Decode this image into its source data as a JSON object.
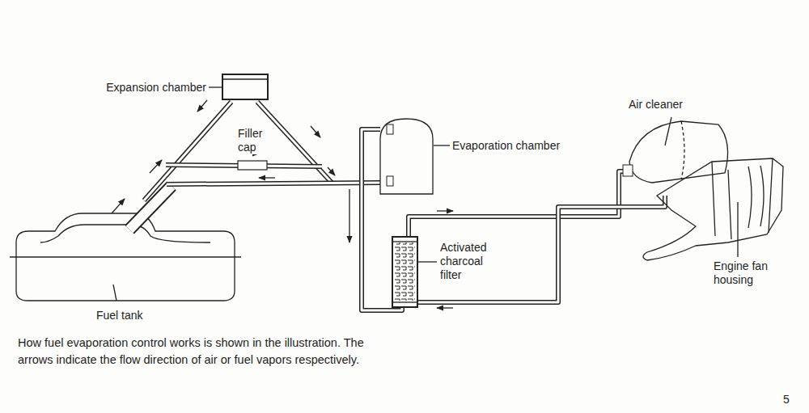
{
  "diagram": {
    "caption": "How fuel evaporation control works is shown in the illustration. The arrows indicate the flow direction of air or fuel vapors respectively.",
    "labels": [
      "Expansion chamber",
      "Filler cap",
      "Evaporation chamber",
      "Air cleaner",
      "Activated charcoal filter",
      "Engine fan housing",
      "Fuel tank",
      "5"
    ]
  }
}
